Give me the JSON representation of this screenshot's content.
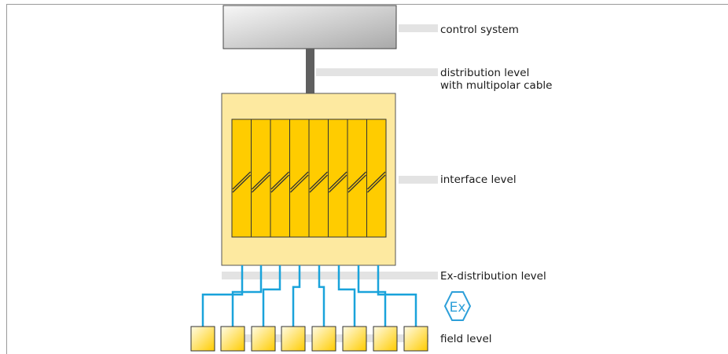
{
  "labels": {
    "control_system": "control system",
    "distribution_line1": "distribution level",
    "distribution_line2": "with multipolar cable",
    "interface": "interface level",
    "ex_distribution": "Ex-distribution level",
    "field": "field level"
  },
  "ex_symbol": {
    "text": "Ex",
    "icon": "ex-hexagon-icon"
  },
  "diagram": {
    "barrier_module_count": 8,
    "field_device_count": 8
  },
  "colors": {
    "cabinet_fill": "#fde9a0",
    "cabinet_border": "#555555",
    "module_fill": "#ffcc00",
    "cable_blue": "#1aa3db",
    "trunk_cable": "#5f5f5f",
    "label_bar": "#e3e3e3",
    "ex_blue": "#2d9fd9"
  }
}
